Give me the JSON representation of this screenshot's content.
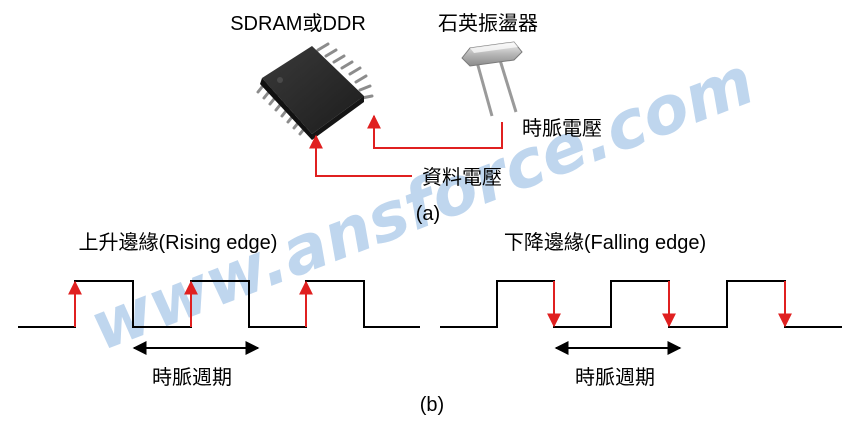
{
  "labels": {
    "chip": "SDRAM或DDR",
    "crystal": "石英振盪器",
    "clock_voltage": "時脈電壓",
    "data_voltage": "資料電壓",
    "part_a": "(a)",
    "rising_edge": "上升邊緣(Rising edge)",
    "falling_edge": "下降邊緣(Falling edge)",
    "period_left": "時脈週期",
    "period_right": "時脈週期",
    "part_b": "(b)"
  },
  "watermark": "www.ansforce.com",
  "colors": {
    "signal": "#000000",
    "arrow": "#e02020",
    "watermark": "#a9c8e8",
    "chip_body": "#2e2e2e"
  }
}
